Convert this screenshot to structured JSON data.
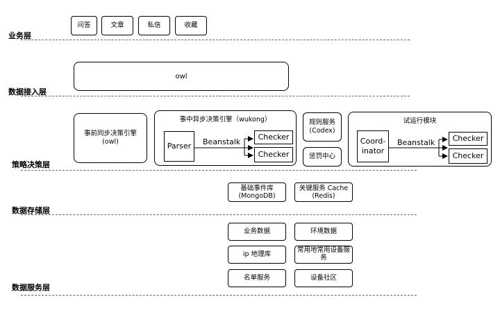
{
  "layers": {
    "business": "业务层",
    "data_access": "数据接入层",
    "strategy": "策略决策层",
    "storage": "数据存储层",
    "data_service": "数据服务层"
  },
  "business_items": [
    "问答",
    "文章",
    "私信",
    "收藏"
  ],
  "access": {
    "owl": "owl"
  },
  "strategy": {
    "pre_engine_line1": "事前同步决策引擎",
    "pre_engine_line2": "(owl)",
    "async_engine_title": "事中异步决策引擎（wukong）",
    "parser": "Parser",
    "beanstalk": "Beanstalk",
    "checker": "Checker",
    "rule_service_line1": "规则服务",
    "rule_service_line2": "(Codex)",
    "penalty_center": "惩罚中心",
    "trial_title": "试运行模块",
    "coordinator_line1": "Coord-",
    "coordinator_line2": "inator"
  },
  "storage": {
    "event_db_line1": "基础事件库",
    "event_db_line2": "(MongoDB)",
    "cache_line1": "关键服务 Cache",
    "cache_line2": "(Redis)"
  },
  "services": {
    "business_data": "业务数据",
    "env_data": "环境数据",
    "ip_db": "ip 地理库",
    "common_device_line1": "常用地常用设备服",
    "common_device_line2": "务",
    "list_service": "名单服务",
    "device_community": "设备社区"
  }
}
